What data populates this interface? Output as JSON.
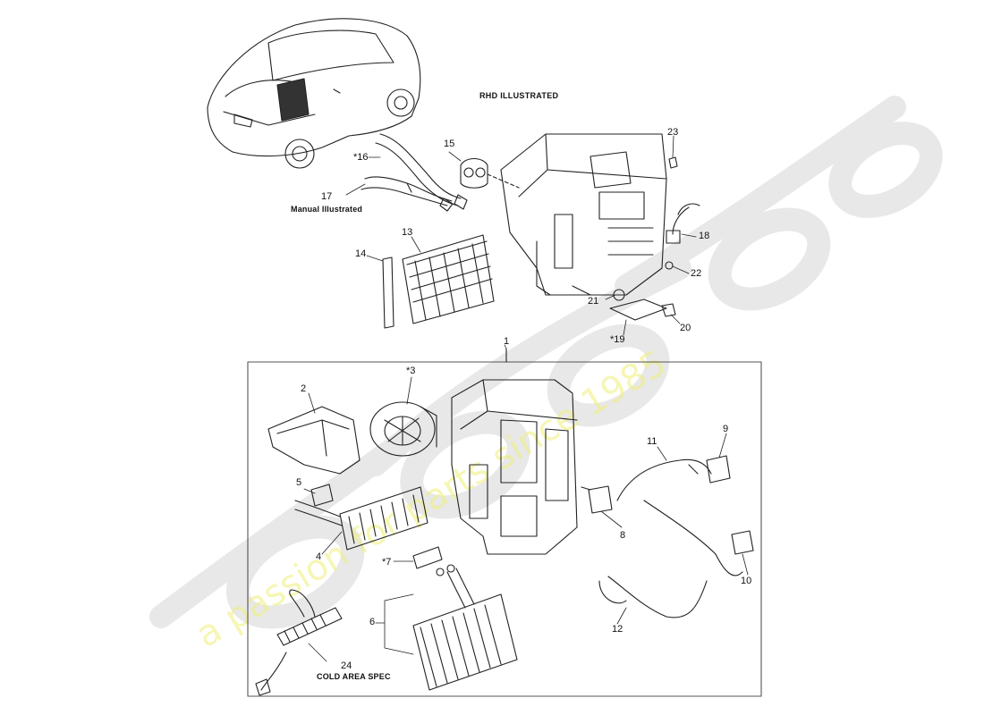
{
  "heading": "RHD ILLUSTRATED",
  "notes": {
    "manual": "Manual Illustrated",
    "cold": "COLD AREA SPEC"
  },
  "watermark": {
    "tagline": "a passion for parts since 1985"
  },
  "callouts": {
    "c1": "1",
    "c2": "2",
    "c3": "*3",
    "c4": "4",
    "c5": "5",
    "c6": "6",
    "c7": "*7",
    "c8": "8",
    "c9": "9",
    "c10": "10",
    "c11": "11",
    "c12": "12",
    "c13": "13",
    "c14": "14",
    "c15": "15",
    "c16": "*16",
    "c17": "17",
    "c18": "18",
    "c19": "*19",
    "c20": "20",
    "c21": "21",
    "c22": "22",
    "c23": "23",
    "c24": "24"
  },
  "colors": {
    "line": "#222222",
    "watermark_grey": "#e6e6e6",
    "watermark_yellow": "#efef86"
  }
}
